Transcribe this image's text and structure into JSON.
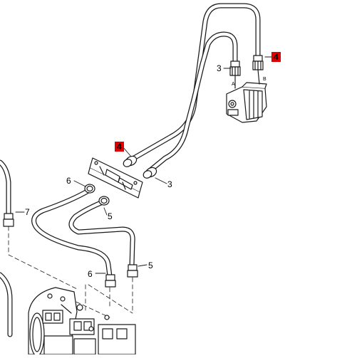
{
  "callouts": {
    "c4_top": "4",
    "c3_top": "3",
    "c4_mid": "4",
    "c3_mid": "3",
    "c6_upper": "6",
    "c7": "7",
    "c5_upper": "5",
    "c6_lower": "6",
    "c5_lower": "5"
  },
  "port_labels": {
    "a": "A",
    "b": "B"
  },
  "colors": {
    "highlight": "#e00000",
    "line": "#1a1a1a"
  }
}
